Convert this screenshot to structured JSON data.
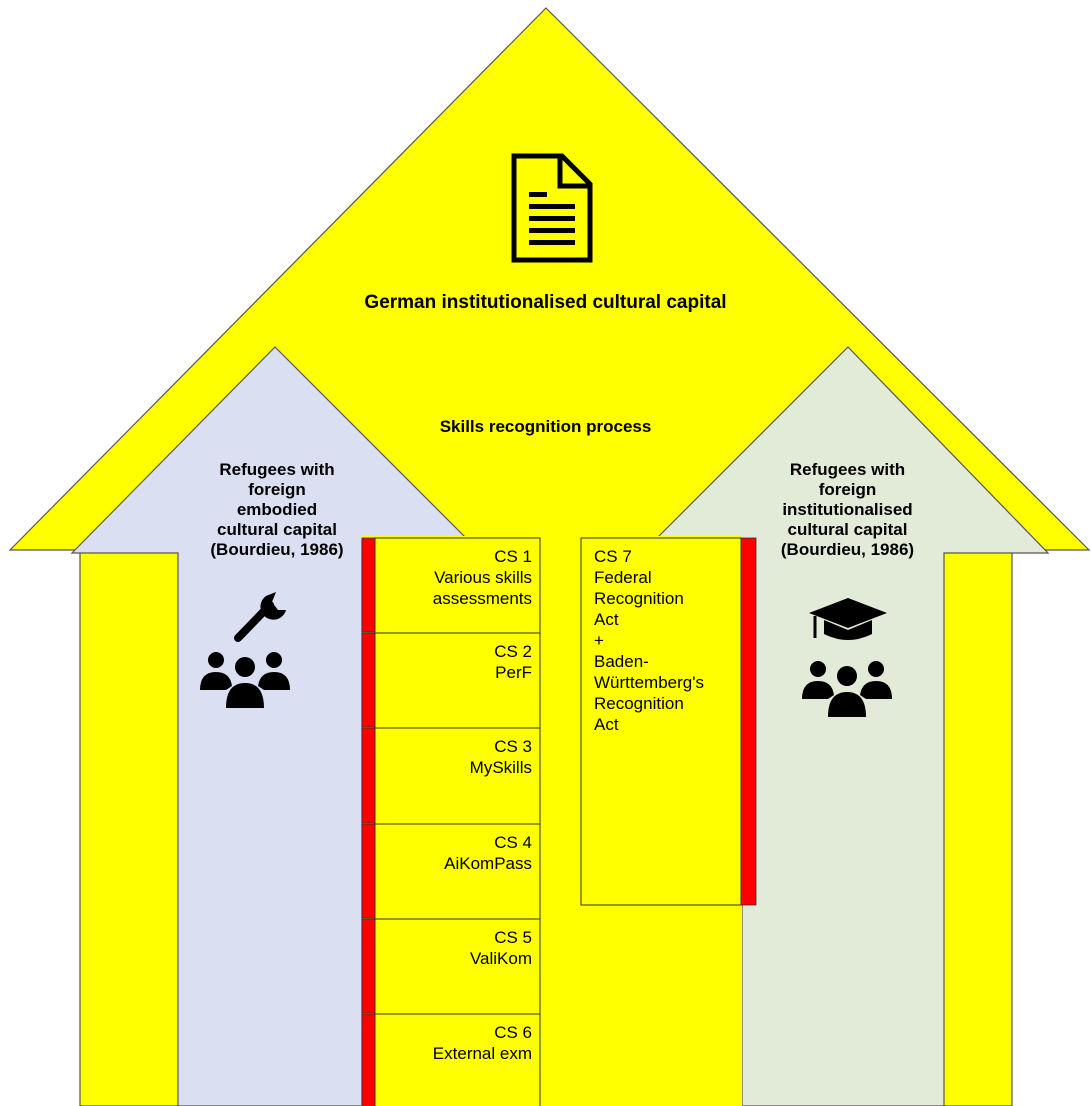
{
  "diagram": {
    "main_title": "German institutionalised cultural capital",
    "process_title": "Skills recognition process",
    "left_group": {
      "lines": [
        "Refugees with",
        "foreign",
        "embodied",
        "cultural capital",
        "(Bourdieu, 1986)"
      ],
      "icons": [
        "wrench-icon",
        "people-group-icon"
      ]
    },
    "right_group": {
      "lines": [
        "Refugees with",
        "foreign",
        "institutionalised",
        "cultural capital",
        "(Bourdieu, 1986)"
      ],
      "icons": [
        "graduation-cap-icon",
        "people-group-icon"
      ]
    },
    "case_studies": [
      {
        "id": "CS 1",
        "name_lines": [
          "Various skills",
          "assessments"
        ]
      },
      {
        "id": "CS 2",
        "name_lines": [
          "PerF"
        ]
      },
      {
        "id": "CS 3",
        "name_lines": [
          "MySkills"
        ]
      },
      {
        "id": "CS 4",
        "name_lines": [
          "AiKomPass"
        ]
      },
      {
        "id": "CS 5",
        "name_lines": [
          "ValiKom"
        ]
      },
      {
        "id": "CS 6",
        "name_lines": [
          "External exm"
        ]
      }
    ],
    "cs7": {
      "lines": [
        "CS 7",
        "Federal",
        "Recognition",
        "Act",
        "+",
        "Baden-",
        "Württemberg's",
        "Recognition",
        "Act"
      ]
    },
    "colors": {
      "yellow": "#ffff00",
      "left_arrow": "#dae0f1",
      "right_arrow": "#e2ead8",
      "red_bar": "#ff0000",
      "outline": "#555555"
    }
  }
}
